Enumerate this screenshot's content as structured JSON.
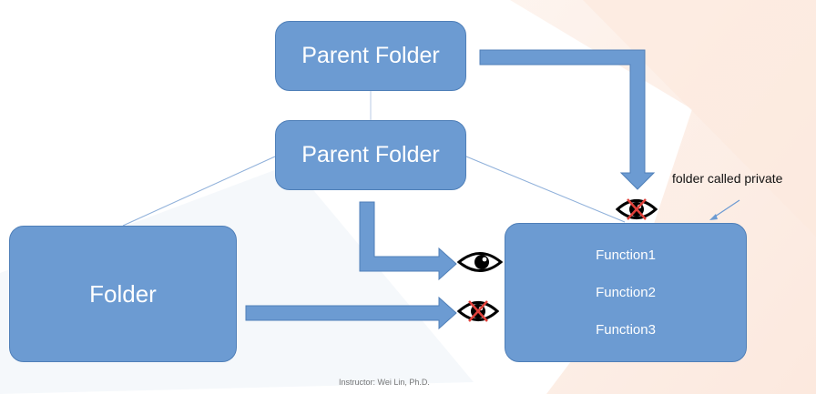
{
  "diagram": {
    "parent_folder_top": {
      "label": "Parent Folder"
    },
    "parent_folder_mid": {
      "label": "Parent Folder"
    },
    "folder": {
      "label": "Folder"
    },
    "private_folder": {
      "functions": [
        "Function1",
        "Function2",
        "Function3"
      ],
      "note": "folder called private"
    },
    "access": [
      {
        "from": "parent_folder_top",
        "visible": false,
        "icon": "crossed-eye-icon"
      },
      {
        "from": "parent_folder_mid",
        "visible": true,
        "icon": "eye-icon"
      },
      {
        "from": "folder",
        "visible": false,
        "icon": "crossed-eye-icon"
      }
    ]
  },
  "footer": {
    "text": "Instructor: Wei Lin, Ph.D."
  },
  "colors": {
    "box_fill": "#6c9bd2",
    "box_border": "#4f7fb8",
    "arrow": "#6c9bd2",
    "cross": "#e0403a"
  }
}
